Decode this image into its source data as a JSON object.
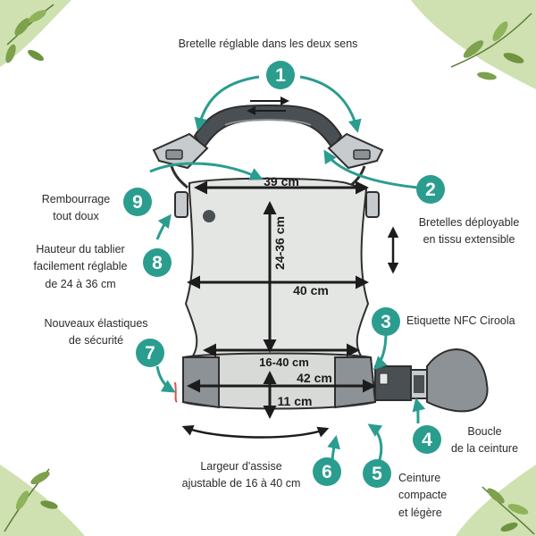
{
  "title": "Bretelle réglable dans les deux sens",
  "colors": {
    "accent": "#2a9d8f",
    "leaf": "#9bbd6a",
    "panel": "#e4e6e4",
    "strap": "#4a4f54",
    "strap_light": "#8d9296",
    "outline": "#2e2e2e"
  },
  "features": [
    {
      "number": "1",
      "label": "Bretelle réglable dans les deux sens"
    },
    {
      "number": "2",
      "label": "Bretelles déployable\nen tissu extensible"
    },
    {
      "number": "3",
      "label": "Etiquette NFC Ciroola"
    },
    {
      "number": "4",
      "label": "Boucle\nde la ceinture"
    },
    {
      "number": "5",
      "label": "Ceinture\ncompacte\net légère"
    },
    {
      "number": "6",
      "label": "Largeur d'assise\najustable de 16 à 40 cm"
    },
    {
      "number": "7",
      "label": "Nouveaux élastiques\nde sécurité"
    },
    {
      "number": "8",
      "label": "Hauteur du tablier\nfacilement réglable\nde 24 à 36 cm"
    },
    {
      "number": "9",
      "label": "Rembourrage\ntout doux"
    }
  ],
  "dimensions": {
    "top_width": "39 cm",
    "height": "24-36 cm",
    "mid_width": "40 cm",
    "seat_width": "16-40 cm",
    "belt_width": "42 cm",
    "belt_height": "11 cm"
  }
}
